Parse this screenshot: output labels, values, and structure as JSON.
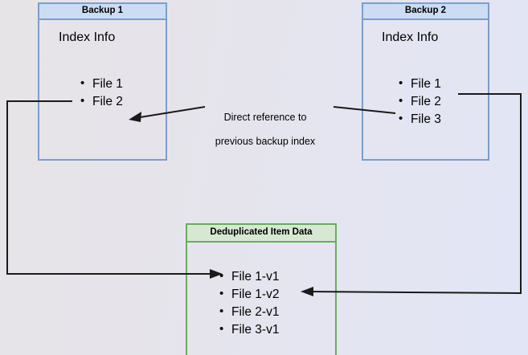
{
  "diagram": {
    "title": "Backup deduplication reference diagram",
    "background": {
      "gradient_from": "#e7e4e8",
      "gradient_to": "#e2e5f6"
    },
    "colors": {
      "blue_border": "#7d9ec9",
      "blue_header_fill": "#ccdcf2",
      "green_border": "#6aab62",
      "green_header_fill": "#d6e8d2",
      "connector": "#1a1a1a",
      "text": "#000000"
    }
  },
  "backup1": {
    "title": "Backup 1",
    "index_label": "Index Info",
    "files": [
      "File 1",
      "File 2"
    ]
  },
  "backup2": {
    "title": "Backup 2",
    "index_label": "Index Info",
    "files": [
      "File 1",
      "File 2",
      "File 3"
    ]
  },
  "dedup": {
    "title": "Deduplicated Item Data",
    "items": [
      "File 1-v1",
      "File 1-v2",
      "File 2-v1",
      "File 3-v1"
    ]
  },
  "caption": {
    "line1": "Direct reference to",
    "line2": "previous backup index",
    "text": "Direct reference to\nprevious backup index"
  }
}
